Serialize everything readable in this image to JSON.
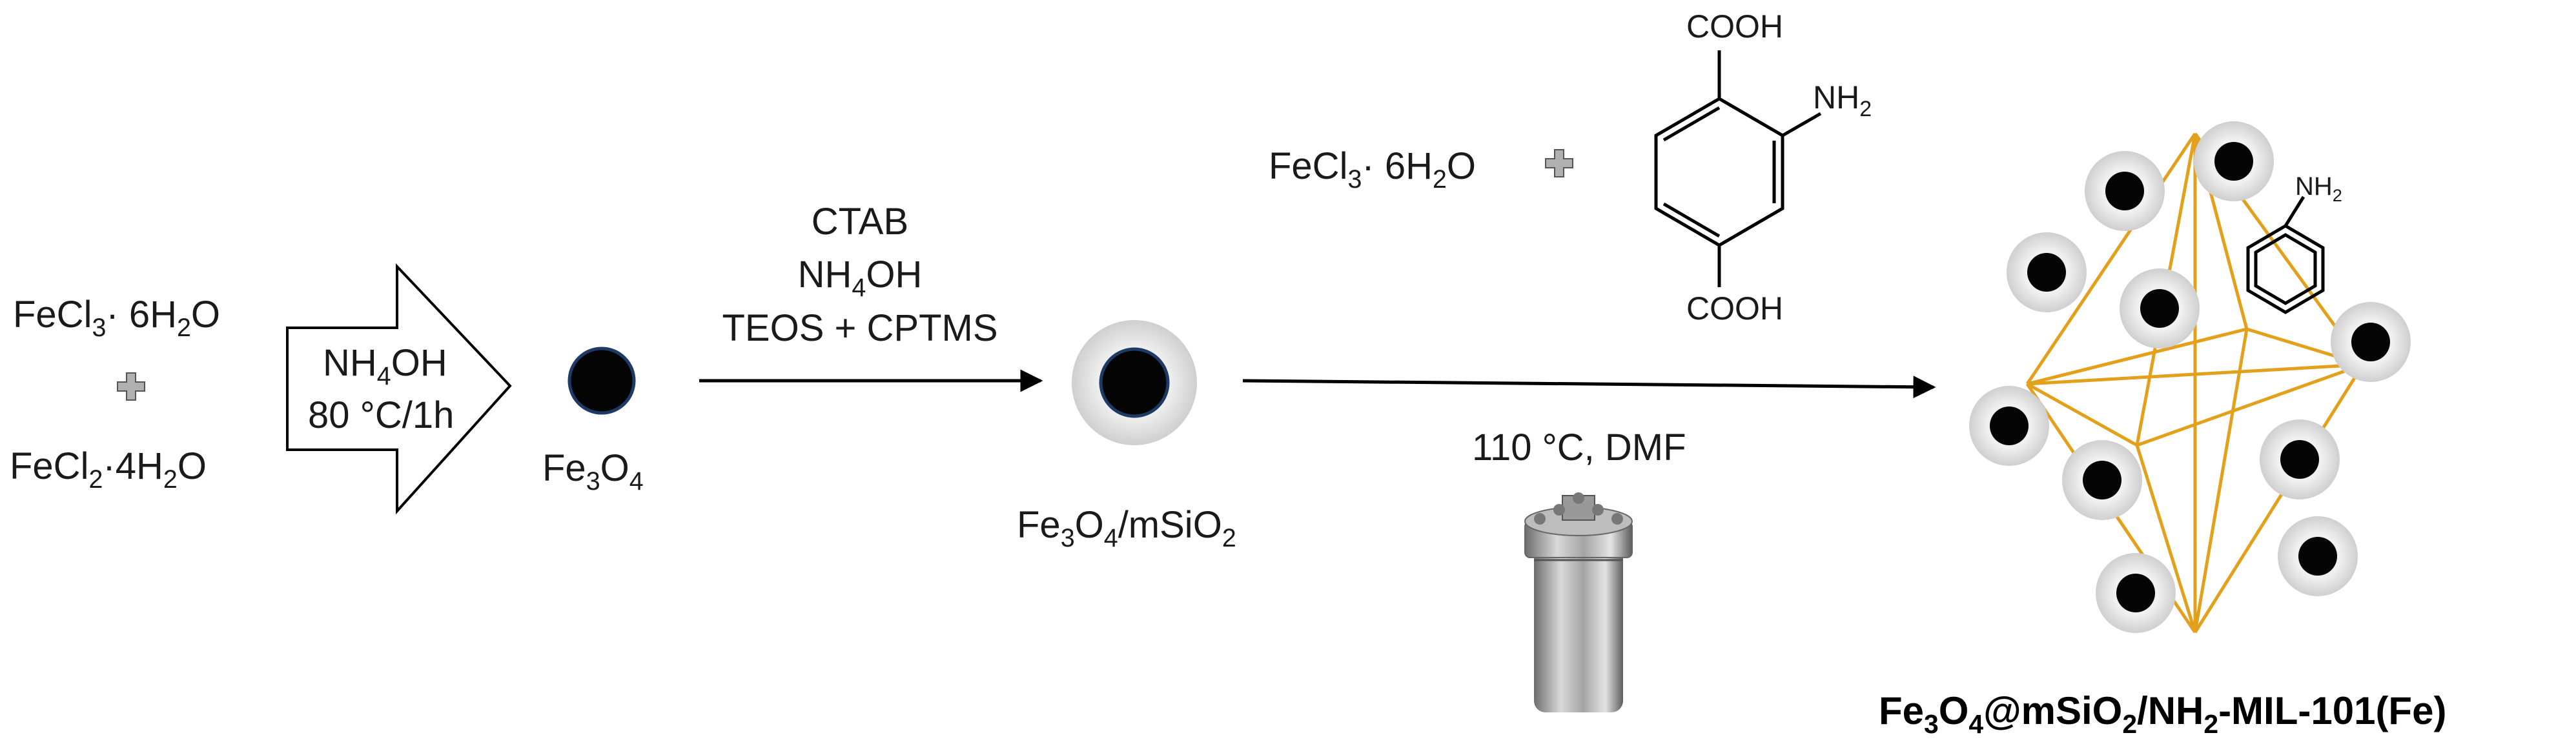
{
  "reactants": {
    "fecl3": {
      "pre": "FeCl",
      "n1": "3",
      "mid": "· 6H",
      "n2": "2",
      "post": "O"
    },
    "plus": "+",
    "fecl2": {
      "pre": "FeCl",
      "n1": "2",
      "mid": "·4H",
      "n2": "2",
      "post": "O"
    }
  },
  "step1": {
    "reagent": {
      "pre": "NH",
      "n": "4",
      "post": "OH"
    },
    "condition": "80 °C/1h"
  },
  "fe3o4_label": {
    "pre": "Fe",
    "n1": "3",
    "mid": "O",
    "n2": "4"
  },
  "step2": {
    "line1": "CTAB",
    "line2": {
      "pre": "NH",
      "n": "4",
      "post": "OH"
    },
    "line3": "TEOS + CPTMS"
  },
  "fe3o4_msio2_label": {
    "pre": "Fe",
    "n1": "3",
    "mid": "O",
    "n2": "4",
    "mid2": "/mSiO",
    "n3": "2"
  },
  "step3": {
    "fecl3": {
      "pre": "FeCl",
      "n1": "3",
      "mid": "· 6H",
      "n2": "2",
      "post": "O"
    },
    "plus": "+",
    "linker": {
      "top": "COOH",
      "amine": "NH",
      "amine_n": "2",
      "bottom": "COOH"
    },
    "condition": "110 °C, DMF"
  },
  "product": {
    "amine": "NH",
    "amine_n": "2",
    "label": {
      "pre": "Fe",
      "n1": "3",
      "mid": "O",
      "n2": "4",
      "mid2": "@mSiO",
      "n3": "2",
      "mid3": "/NH",
      "n4": "2",
      "post": "-MIL-101(Fe)"
    }
  },
  "colors": {
    "core": "#050505",
    "core_border": "#1d3b66",
    "shell": "#d7d7d7",
    "octahedron": "#e3a01a",
    "arrow": "#000000"
  }
}
